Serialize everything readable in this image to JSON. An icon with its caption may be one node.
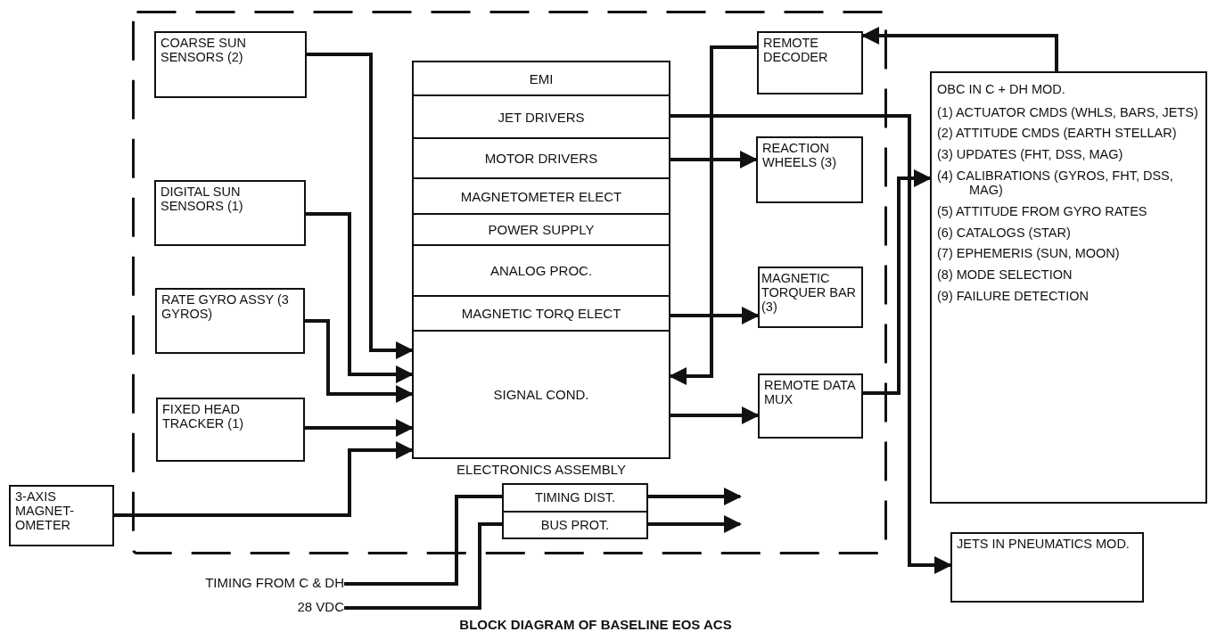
{
  "diagram": {
    "caption": "BLOCK DIAGRAM OF BASELINE EOS ACS",
    "nodes": [
      {
        "text": [],
        "shape": "box"
      },
      {
        "text": [
          "COARSE SUN SENSORS (2)"
        ],
        "in": 0
      },
      {
        "text": [
          "DIGITAL SUN SENSORS (1)"
        ],
        "in": 0
      },
      {
        "text": [
          "RATE GYRO ASSY (3 GYROS)"
        ],
        "in": 0
      },
      {
        "text": [
          "FIXED HEAD TRACKER (1)"
        ],
        "in": 0
      },
      {
        "text": [
          "ELECTRONICS ASSEMBLY"
        ],
        "in": 0
      },
      {
        "text": [
          "EMI"
        ],
        "in": 5
      },
      {
        "text": [
          "JET DRIVERS"
        ],
        "in": 5
      },
      {
        "text": [
          "MOTOR DRIVERS"
        ],
        "in": 5
      },
      {
        "text": [
          "MAGNETOMETER ELECT"
        ],
        "in": 5
      },
      {
        "text": [
          "POWER SUPPLY"
        ],
        "in": 5
      },
      {
        "text": [
          "ANALOG PROC."
        ],
        "in": 5
      },
      {
        "text": [
          "MAGNETIC TORQ ELECT"
        ],
        "in": 5
      },
      {
        "text": [
          "SIGNAL COND."
        ],
        "in": 5
      },
      {
        "text": [
          "REMOTE DECODER"
        ],
        "in": 0
      },
      {
        "text": [
          "REACTION WHEELS (3)"
        ],
        "in": 0
      },
      {
        "text": [
          "MAGNETIC TORQUER BAR (3)"
        ],
        "in": 0
      },
      {
        "text": [
          "REMOTE DATA MUX"
        ],
        "in": 0
      },
      {
        "text": [
          "TIMING DIST."
        ],
        "in": 0
      },
      {
        "text": [
          "BUS PROT."
        ],
        "in": 0
      },
      {
        "text": [
          "3-AXIS MAGNET-OMETER"
        ]
      },
      {
        "text": [
          "OBC IN C + DH MOD.",
          "(1) ACTUATOR CMDS (WHLS, BARS, JETS)",
          "(2) ATTITUDE CMDS (EARTH STELLAR)",
          "(3) UPDATES (FHT, DSS, MAG)",
          "(4) CALIBRATIONS (GYROS, FHT, DSS, MAG)",
          "(5) ATTITUDE FROM GYRO RATES",
          "(6) CATALOGS (STAR)",
          "(7) EPHEMERIS (SUN, MOON)",
          "(8) MODE SELECTION",
          "(9) FAILURE DETECTION"
        ]
      },
      {
        "text": [
          "JETS IN PNEUMATICS MOD."
        ]
      },
      {
        "text": [
          "TIMING FROM C & DH"
        ]
      },
      {
        "text": [
          "28 VDC"
        ]
      }
    ],
    "edges": [
      {
        "from": 1,
        "to": 13,
        "arrow": "to"
      },
      {
        "from": 2,
        "to": 13,
        "arrow": "to"
      },
      {
        "from": 3,
        "to": 13,
        "arrow": "to"
      },
      {
        "from": 4,
        "to": 13,
        "arrow": "to"
      },
      {
        "from": 20,
        "to": 13,
        "arrow": "to"
      },
      {
        "from": 7,
        "to": 22,
        "arrow": "to"
      },
      {
        "from": 8,
        "to": 15,
        "arrow": "to"
      },
      {
        "from": 12,
        "to": 16,
        "arrow": "to"
      },
      {
        "from": 13,
        "to": 17,
        "arrow": "to"
      },
      {
        "from": 14,
        "to": 13,
        "arrow": "to"
      },
      {
        "from": 21,
        "to": 14,
        "arrow": "to"
      },
      {
        "from": 17,
        "to": 21,
        "arrow": "to"
      },
      {
        "from": 23,
        "to": 18,
        "arrow": "none"
      },
      {
        "from": 24,
        "to": 19,
        "arrow": "none"
      },
      {
        "from": 18,
        "to": null,
        "arrow": "to"
      },
      {
        "from": 19,
        "to": null,
        "arrow": "to"
      }
    ]
  }
}
